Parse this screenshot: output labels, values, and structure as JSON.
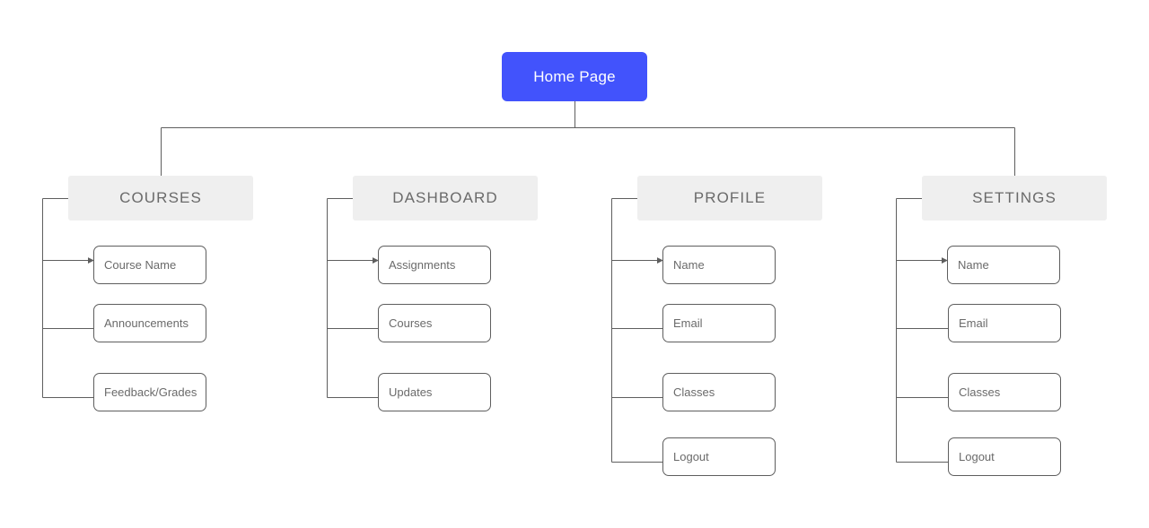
{
  "diagram": {
    "root": {
      "label": "Home Page"
    },
    "sections": [
      {
        "label": "COURSES",
        "items": [
          "Course Name",
          "Announcements",
          "Feedback/Grades"
        ]
      },
      {
        "label": "DASHBOARD",
        "items": [
          "Assignments",
          "Courses",
          "Updates"
        ]
      },
      {
        "label": "PROFILE",
        "items": [
          "Name",
          "Email",
          "Classes",
          "Logout"
        ]
      },
      {
        "label": "SETTINGS",
        "items": [
          "Name",
          "Email",
          "Classes",
          "Logout"
        ]
      }
    ],
    "colors": {
      "root_fill": "#4253fc",
      "root_text": "#ffffff",
      "section_fill": "#efefef",
      "section_text": "#6a6a6a",
      "leaf_border": "#5e5e5e",
      "leaf_text": "#6a6a6a",
      "connector": "#5e5e5e"
    }
  }
}
